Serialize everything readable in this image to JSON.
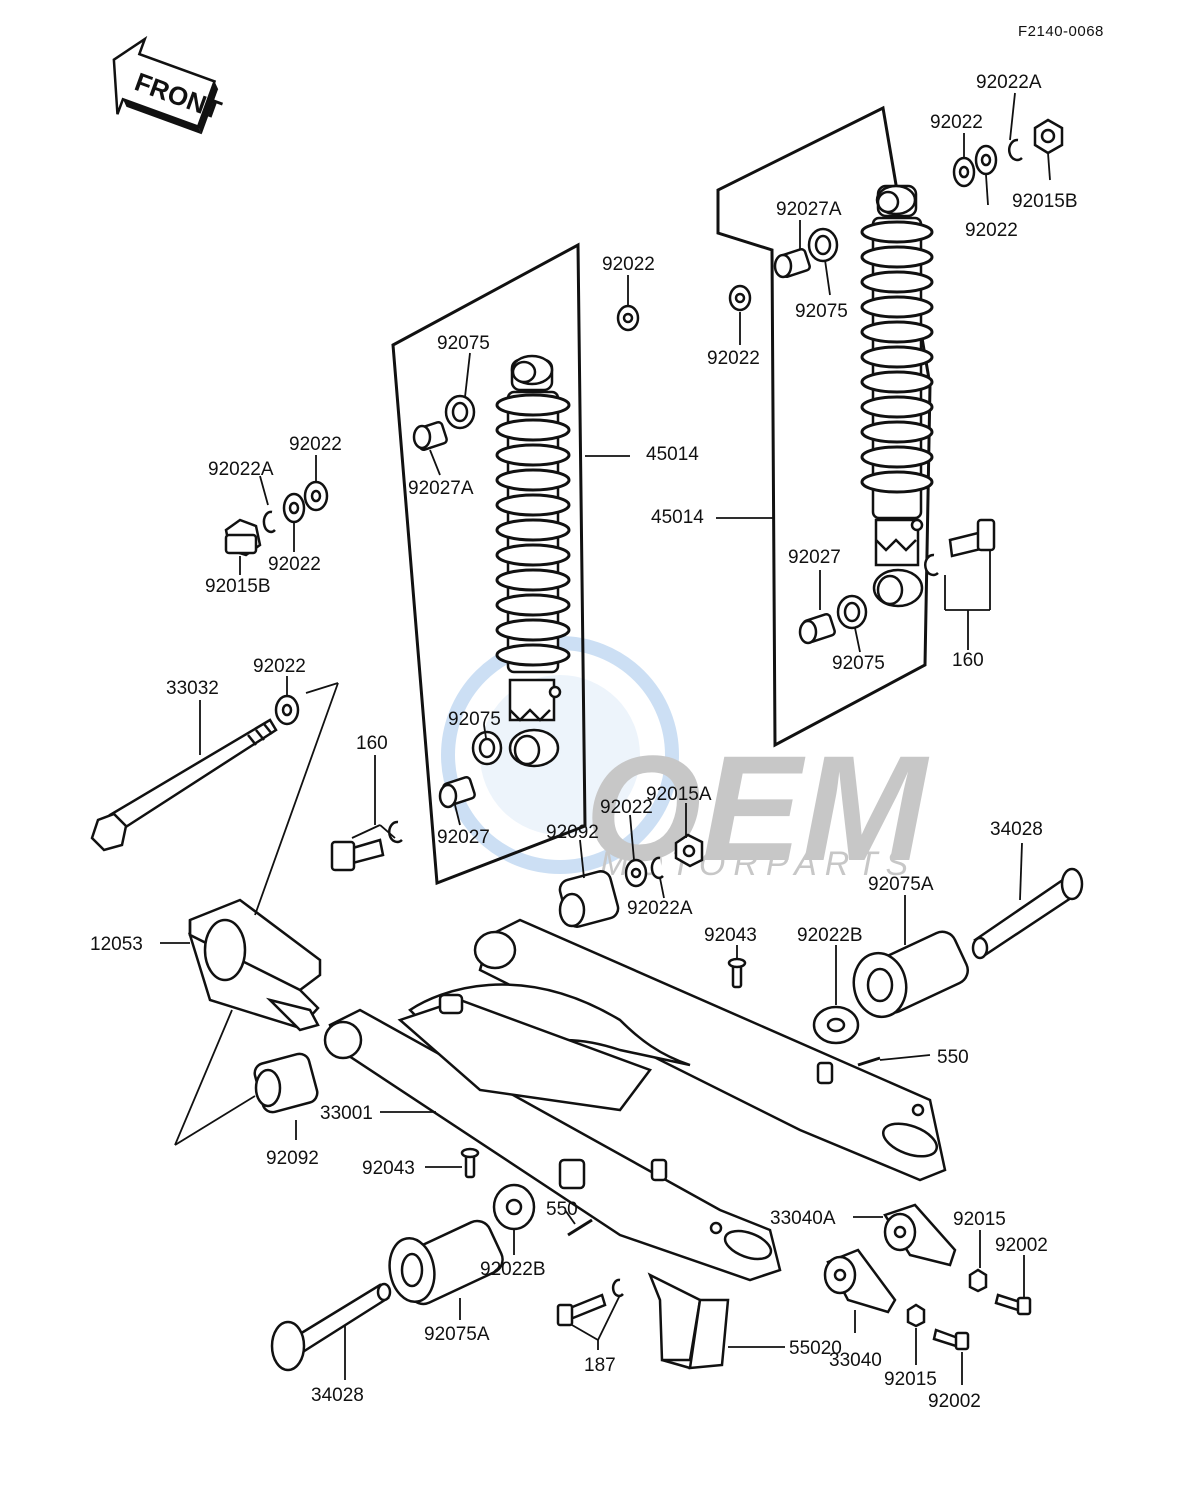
{
  "header": {
    "code": "F2140-0068"
  },
  "front_arrow": {
    "label": "FRONT"
  },
  "watermark": {
    "brand": "OEM",
    "sub": "MOTORPARTS",
    "color": "#4a90d9"
  },
  "parts": {
    "p92022A_tr": "92022A",
    "p92022_tr_a": "92022",
    "p92015B_tr": "92015B",
    "p92022_tr_b": "92022",
    "p92027A_r": "92027A",
    "p92075_r": "92075",
    "p92022_mid_r": "92022",
    "p92022_top_c": "92022",
    "p92075_l": "92075",
    "p92027A_l": "92027A",
    "p45014_l": "45014",
    "p45014_r": "45014",
    "p92022_l_a": "92022",
    "p92022A_l": "92022A",
    "p92022_l_b": "92022",
    "p92015B_l": "92015B",
    "p92027_r": "92027",
    "p92075_r_low": "92075",
    "p160_r": "160",
    "p33032": "33032",
    "p92022_bolt": "92022",
    "p160_l": "160",
    "p92075_l_low": "92075",
    "p92027_l": "92027",
    "p92015A": "92015A",
    "p92022_c": "92022",
    "p92092_c": "92092",
    "p92022A_c": "92022A",
    "p34028_r": "34028",
    "p92075A_r": "92075A",
    "p92043_r": "92043",
    "p92022B_r": "92022B",
    "p12053": "12053",
    "p550_r": "550",
    "p33001": "33001",
    "p92092_l": "92092",
    "p92043_l": "92043",
    "p550_l": "550",
    "p33040A": "33040A",
    "p92015_a": "92015",
    "p92002_a": "92002",
    "p92022B_l": "92022B",
    "p92075A_l": "92075A",
    "p187": "187",
    "p55020": "55020",
    "p33040": "33040",
    "p92015_b": "92015",
    "p92002_b": "92002",
    "p34028_l": "34028"
  }
}
